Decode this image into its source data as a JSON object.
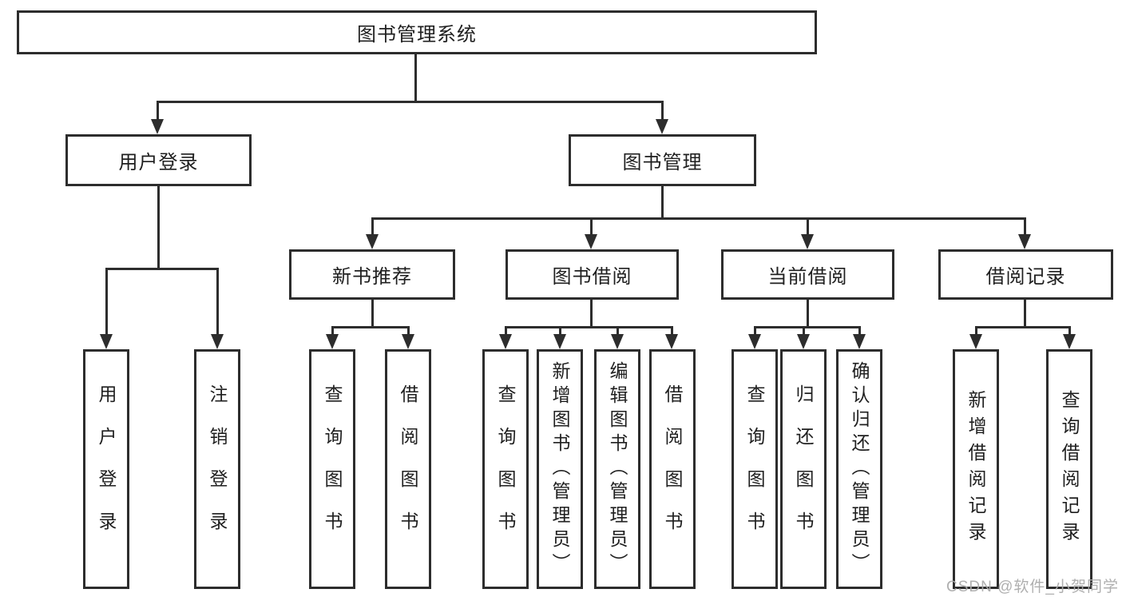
{
  "diagram": {
    "root": "图书管理系统",
    "level2": [
      {
        "label": "用户登录"
      },
      {
        "label": "图书管理"
      }
    ],
    "level3": [
      {
        "label": "新书推荐"
      },
      {
        "label": "图书借阅"
      },
      {
        "label": "当前借阅"
      },
      {
        "label": "借阅记录"
      }
    ],
    "leaves": {
      "user_login": [
        "用户登录",
        "注销登录"
      ],
      "new_book_recommend": [
        "查询图书",
        "借阅图书"
      ],
      "book_borrowing": [
        "查询图书",
        "新增图书（管理员）",
        "编辑图书（管理员）",
        "借阅图书"
      ],
      "current_borrowing": [
        "查询图书",
        "归还图书",
        "确认归还（管理员）"
      ],
      "borrowing_records": [
        "新增借阅记录",
        "查询借阅记录"
      ]
    }
  },
  "watermark": "CSDN @软件_小贺同学",
  "colors": {
    "line": "#2d2d2d",
    "text": "#1f1f1f",
    "watermark": "#ababab",
    "background": "#ffffff"
  }
}
